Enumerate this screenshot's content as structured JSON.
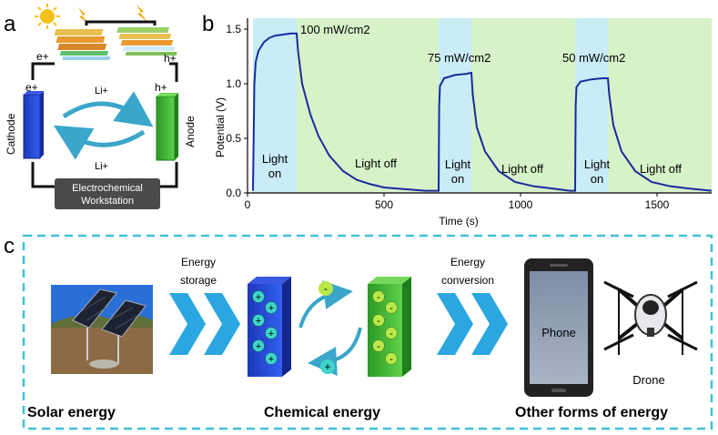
{
  "panel_a": {
    "label": "a",
    "e_plus": "e+",
    "h_plus": "h+",
    "e_plus_cathode": "e+",
    "h_plus_anode": "h+",
    "li_top": "Li+",
    "li_bottom": "Li+",
    "cathode": "Cathode",
    "anode": "Anode",
    "workstation_line1": "Electrochemical",
    "workstation_line2": "Workstation",
    "colors": {
      "cathode": "#1f3fc4",
      "anode": "#2fa82a",
      "arrow": "#3aa6c9"
    }
  },
  "panel_b": {
    "label": "b",
    "annotations": {
      "p100": "100 mW/cm2",
      "p75": "75 mW/cm2",
      "p50": "50 mW/cm2",
      "light_on_1": "Light",
      "light_on_1b": "on",
      "light_off_1": "Light off",
      "light_on_2": "Light",
      "light_on_2b": "on",
      "light_off_2": "Light off",
      "light_on_3": "Light",
      "light_on_3b": "on",
      "light_off_3": "Light off"
    }
  },
  "chart_data": {
    "type": "line",
    "xlabel": "Time (s)",
    "ylabel": "Potential (V)",
    "xlim": [
      0,
      1700
    ],
    "ylim": [
      0,
      1.6
    ],
    "xticks": [
      0,
      500,
      1000,
      1500
    ],
    "yticks": [
      0.0,
      0.5,
      1.0,
      1.5
    ],
    "ytick_labels": [
      "0.0",
      "0.5",
      "1.0",
      "1.5"
    ],
    "light_on_intervals": [
      [
        20,
        180
      ],
      [
        700,
        820
      ],
      [
        1200,
        1320
      ]
    ],
    "light_off_intervals": [
      [
        180,
        700
      ],
      [
        820,
        1200
      ],
      [
        1320,
        1700
      ]
    ],
    "series": [
      {
        "color": "#1a2a9c",
        "x": [
          20,
          25,
          30,
          40,
          60,
          80,
          100,
          130,
          160,
          180,
          185,
          200,
          230,
          260,
          300,
          350,
          400,
          450,
          500,
          550,
          600,
          650,
          690,
          700,
          702,
          705,
          720,
          760,
          800,
          820,
          825,
          840,
          870,
          920,
          980,
          1050,
          1120,
          1180,
          1200,
          1202,
          1205,
          1220,
          1260,
          1300,
          1320,
          1325,
          1340,
          1370,
          1420,
          1480,
          1550,
          1620,
          1700
        ],
        "y": [
          0.02,
          1.0,
          1.2,
          1.3,
          1.38,
          1.42,
          1.44,
          1.45,
          1.46,
          1.46,
          1.3,
          1.0,
          0.72,
          0.52,
          0.34,
          0.2,
          0.12,
          0.08,
          0.05,
          0.04,
          0.03,
          0.02,
          0.02,
          0.02,
          0.8,
          0.98,
          1.05,
          1.08,
          1.09,
          1.1,
          0.9,
          0.6,
          0.38,
          0.2,
          0.1,
          0.06,
          0.04,
          0.02,
          0.02,
          0.8,
          0.97,
          1.02,
          1.04,
          1.05,
          1.05,
          0.9,
          0.62,
          0.38,
          0.2,
          0.1,
          0.06,
          0.04,
          0.02
        ]
      }
    ]
  },
  "panel_c": {
    "label": "c",
    "energy_storage_1": "Energy",
    "energy_storage_2": "storage",
    "energy_conversion_1": "Energy",
    "energy_conversion_2": "conversion",
    "phone": "Phone",
    "drone": "Drone",
    "solar_energy": "Solar energy",
    "chemical_energy": "Chemical energy",
    "other_energy": "Other forms of energy",
    "plus": "+",
    "minus": "-",
    "colors": {
      "dashed_border": "#3fc1d6",
      "chevron": "#2aa7e0",
      "cathode": "#1f3fc4",
      "anode": "#2fa82a",
      "ion": "#3dd6c8"
    }
  }
}
